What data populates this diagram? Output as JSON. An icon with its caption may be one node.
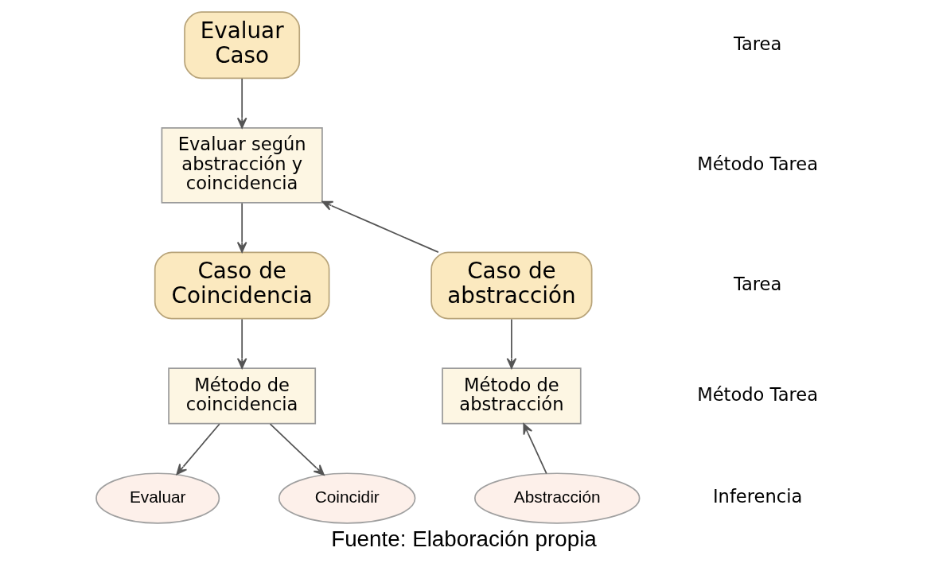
{
  "diagram": {
    "caption": "Fuente: Elaboración propia",
    "nodes": [
      {
        "text": [
          "Evaluar Caso"
        ]
      },
      {
        "text": [
          "Evaluar según abstracción y coincidencia"
        ]
      },
      {
        "text": [
          "Caso de abstracción"
        ]
      },
      {
        "text": [
          "Caso de Coincidencia"
        ]
      },
      {
        "text": [
          "Método de abstracción"
        ]
      },
      {
        "text": [
          "Método de coincidencia"
        ]
      },
      {
        "text": [
          "Abstracción"
        ]
      },
      {
        "text": [
          "Evaluar"
        ]
      },
      {
        "text": [
          "Coincidir"
        ]
      }
    ],
    "edges": [
      {
        "from": 0,
        "to": 1,
        "arrow": "to"
      },
      {
        "from": 2,
        "to": 1,
        "arrow": "to"
      },
      {
        "from": 1,
        "to": 3,
        "arrow": "to"
      },
      {
        "from": 2,
        "to": 4,
        "arrow": "to"
      },
      {
        "from": 3,
        "to": 5,
        "arrow": "to"
      },
      {
        "from": 6,
        "to": 4,
        "arrow": "to"
      },
      {
        "from": 5,
        "to": 7,
        "arrow": "to"
      },
      {
        "from": 5,
        "to": 8,
        "arrow": "to"
      }
    ],
    "labels": [
      "Tarea",
      "Método Tarea",
      "Tarea",
      "Método Tarea",
      "Inferencia"
    ]
  }
}
